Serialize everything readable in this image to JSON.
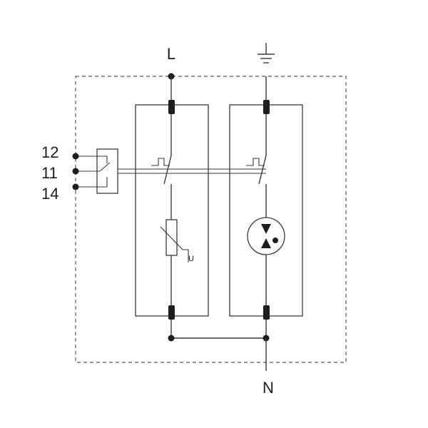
{
  "terminals": {
    "line": "L",
    "neutral": "N",
    "contact_12": "12",
    "contact_11": "11",
    "contact_14": "14"
  },
  "varistor_label": "U",
  "icons": {
    "ground": "ground-icon",
    "spark_gap": "spark-gap-icon",
    "varistor": "varistor-icon",
    "thermal_disconnector": "thermal-disconnector-icon"
  },
  "colors": {
    "stroke": "#3a3a3a",
    "fill": "#1e1e1e",
    "background": "#ffffff"
  }
}
